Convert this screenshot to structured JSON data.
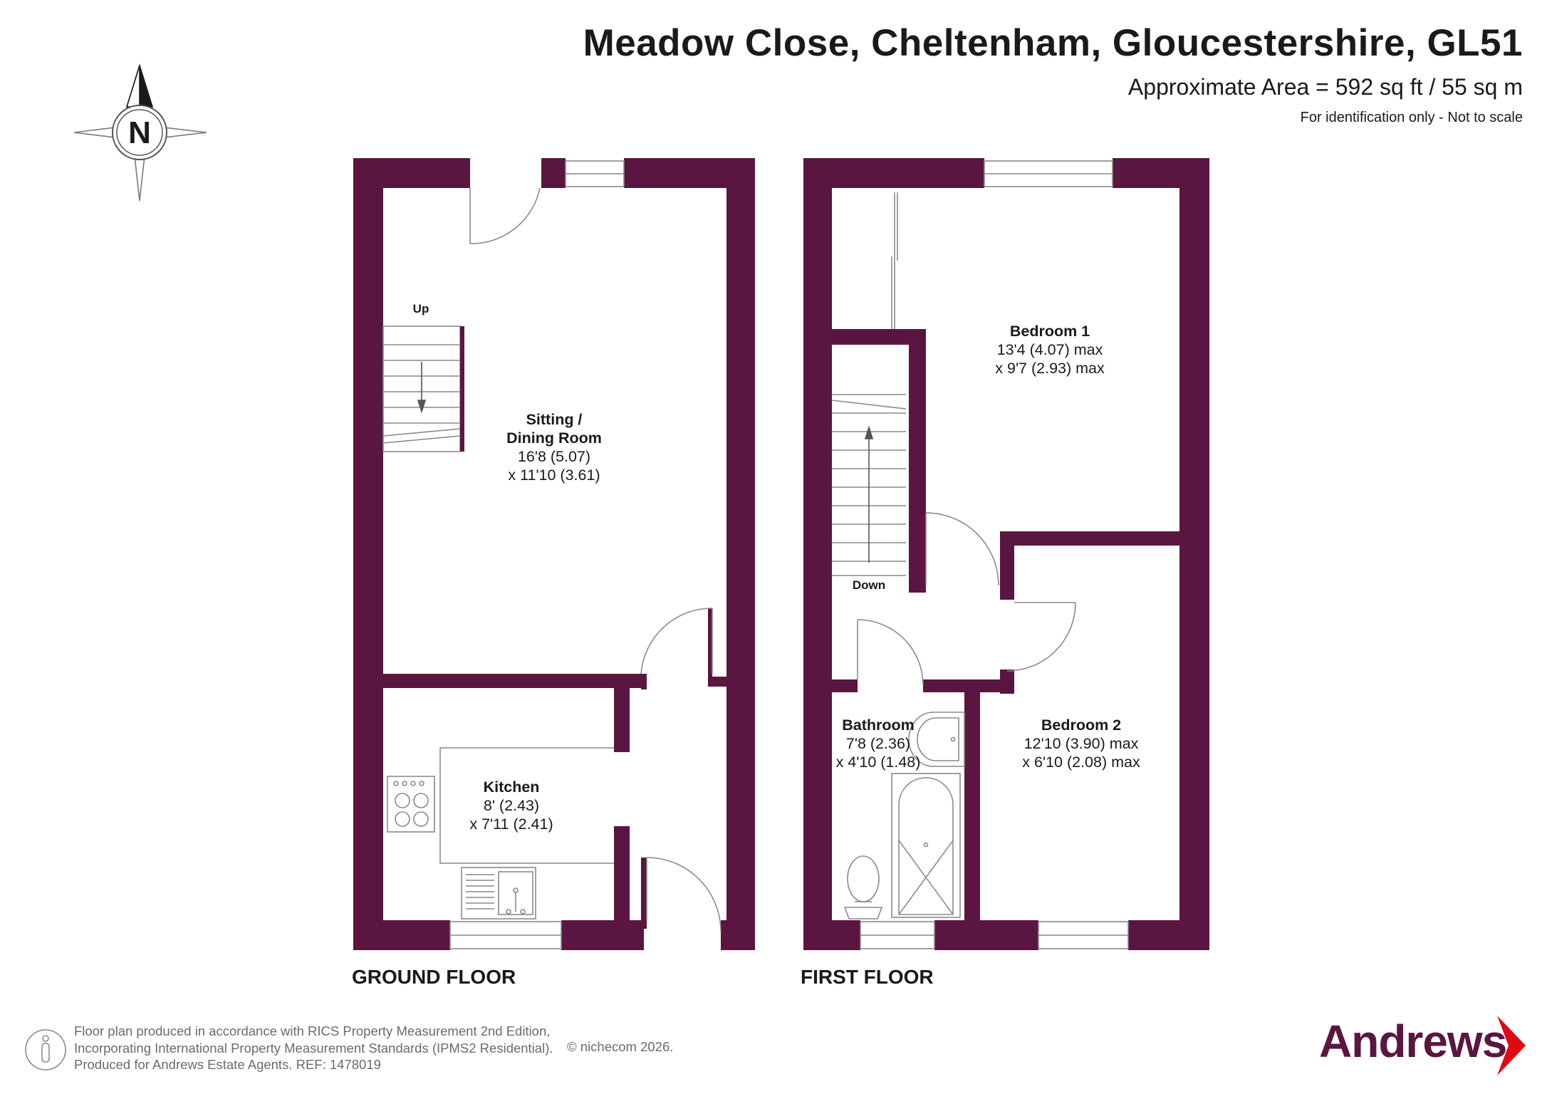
{
  "header": {
    "title": "Meadow Close, Cheltenham, Gloucestershire, GL51",
    "area": "Approximate Area = 592 sq ft / 55 sq m",
    "note": "For identification only - Not to scale"
  },
  "compass": {
    "label": "N"
  },
  "floors": {
    "ground": "GROUND FLOOR",
    "first": "FIRST FLOOR"
  },
  "rooms": {
    "sitting": {
      "name1": "Sitting /",
      "name2": "Dining Room",
      "dim1": "16'8 (5.07)",
      "dim2": "x 11'10 (3.61)"
    },
    "kitchen": {
      "name": "Kitchen",
      "dim1": "8' (2.43)",
      "dim2": "x 7'11 (2.41)"
    },
    "bedroom1": {
      "name": "Bedroom 1",
      "dim1": "13'4 (4.07) max",
      "dim2": "x 9'7 (2.93) max"
    },
    "bathroom": {
      "name": "Bathroom",
      "dim1": "7'8 (2.36)",
      "dim2": "x 4'10 (1.48)"
    },
    "bedroom2": {
      "name": "Bedroom 2",
      "dim1": "12'10 (3.90) max",
      "dim2": "x 6'10 (2.08) max"
    }
  },
  "stairs": {
    "up": "Up",
    "down": "Down"
  },
  "footer": {
    "line1": "Floor plan produced in accordance with RICS Property Measurement 2nd Edition,",
    "line2": "Incorporating International Property Measurement Standards (IPMS2 Residential).",
    "line3": "Produced for Andrews Estate Agents.   REF: 1478019",
    "copyright": "© nichecom 2026."
  },
  "brand": {
    "name": "Andrews",
    "color": "#5a1640"
  },
  "colors": {
    "wall": "#5a1640",
    "line": "#8a8a8a"
  }
}
